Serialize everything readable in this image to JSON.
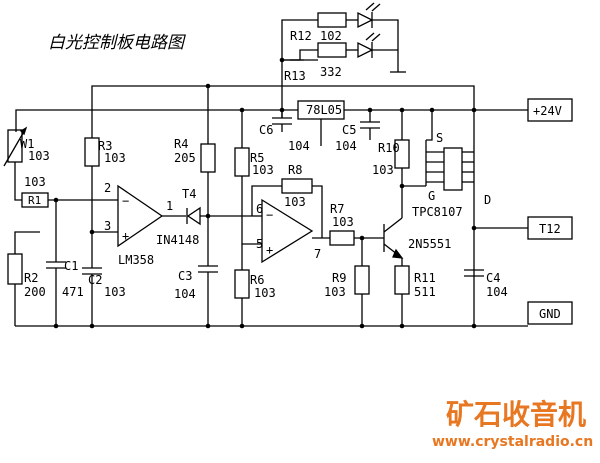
{
  "title": "白光控制板电路图",
  "watermark": {
    "brand": "矿石收音机",
    "url": "www.crystalradio.cn",
    "color": "#e87722"
  },
  "components": {
    "W1": {
      "ref": "W1",
      "value": "103"
    },
    "R1": {
      "ref": "R1",
      "value": "103"
    },
    "R2": {
      "ref": "R2",
      "value": "200"
    },
    "C1": {
      "ref": "C1",
      "value": "471"
    },
    "C2": {
      "ref": "C2",
      "value": "103"
    },
    "R3": {
      "ref": "R3",
      "value": "103"
    },
    "R4": {
      "ref": "R4",
      "value": "205"
    },
    "T4": {
      "ref": "T4",
      "value": "IN4148"
    },
    "C3": {
      "ref": "C3",
      "value": "104"
    },
    "U1": {
      "ref": "LM358",
      "pin1": "1",
      "pin2": "2",
      "pin3": "3"
    },
    "R5": {
      "ref": "R5",
      "value": "103"
    },
    "R6": {
      "ref": "R6",
      "value": "103"
    },
    "R8": {
      "ref": "R8",
      "value": "103"
    },
    "U2": {
      "pin5": "5",
      "pin6": "6",
      "pin7": "7"
    },
    "R7": {
      "ref": "R7",
      "value": "103"
    },
    "Q1": {
      "ref": "2N5551"
    },
    "R9": {
      "ref": "R9",
      "value": "103"
    },
    "R10": {
      "ref": "R10",
      "value": "103"
    },
    "R11": {
      "ref": "R11",
      "value": "511"
    },
    "C6": {
      "ref": "C6",
      "value": "104"
    },
    "C5": {
      "ref": "C5",
      "value": "104"
    },
    "REG": {
      "ref": "78L05"
    },
    "R12": {
      "ref": "R12",
      "value": "102"
    },
    "R13": {
      "ref": "R13",
      "value": "332"
    },
    "MOS": {
      "ref": "TPC8107",
      "S": "S",
      "G": "G",
      "D": "D"
    },
    "C4": {
      "ref": "C4",
      "value": "104"
    }
  },
  "terminals": {
    "vin": "+24V",
    "t12": "T12",
    "gnd": "GND"
  }
}
